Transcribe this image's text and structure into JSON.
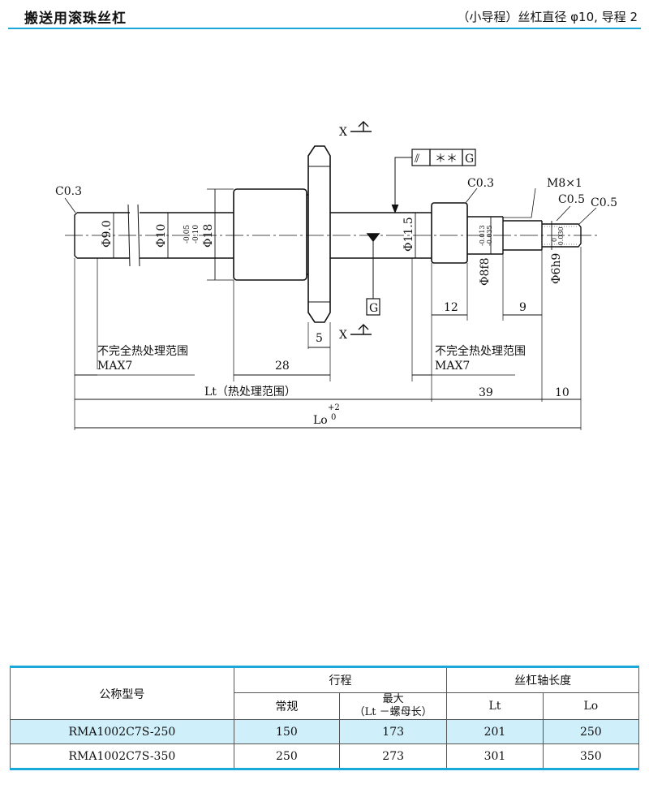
{
  "header": {
    "title": "搬送用滚珠丝杠",
    "subtitle": "（小导程）丝杠直径 φ10, 导程 2"
  },
  "drawing": {
    "chamfer_left": "C0.3",
    "chamfer_mid": "C0.3",
    "chamfer_r1": "C0.5",
    "chamfer_r2": "C0.5",
    "thread": "M8×1",
    "section_x_top": "X",
    "section_x_bottom": "X",
    "gdt_sym1": "⫽",
    "gdt_sym2": "＊＊",
    "gdt_ref": "G",
    "datum_g": "G",
    "dia_9": "Φ9.0",
    "dia_10": "Φ10",
    "tol_10_upper": "-0.05",
    "tol_10_lower": "-0.10",
    "dia_18": "Φ18",
    "dia_115": "Φ11.5",
    "tol_8_upper": "-0.013",
    "tol_8_lower": "-0.035",
    "dia_8": "Φ8f8",
    "tol_6_upper": "0",
    "tol_6_lower": "-0.030",
    "dia_6": "Φ6h9",
    "dim_5": "5",
    "dim_28": "28",
    "dim_12": "12",
    "dim_9": "9",
    "dim_39": "39",
    "dim_10": "10",
    "note_left_1": "不完全热处理范围",
    "note_left_2": "MAX7",
    "note_right_1": "不完全热处理范围",
    "note_right_2": "MAX7",
    "lt_label": "Lt（热处理范围）",
    "lo_label": "Lo",
    "lo_tol_upper": "+2",
    "lo_tol_lower": "0"
  },
  "table": {
    "col_model": "公称型号",
    "col_stroke": "行程",
    "col_shaft": "丝杠轴长度",
    "col_normal": "常规",
    "col_max_1": "最大",
    "col_max_2": "（Lt －螺母长）",
    "col_lt": "Lt",
    "col_lo": "Lo",
    "rows": [
      {
        "model": "RMA1002C7S-250",
        "normal": "150",
        "max": "173",
        "lt": "201",
        "lo": "250"
      },
      {
        "model": "RMA1002C7S-350",
        "normal": "250",
        "max": "273",
        "lt": "301",
        "lo": "350"
      }
    ]
  },
  "colors": {
    "accent": "#1aa7d9",
    "highlight_row": "#cfeffb"
  }
}
